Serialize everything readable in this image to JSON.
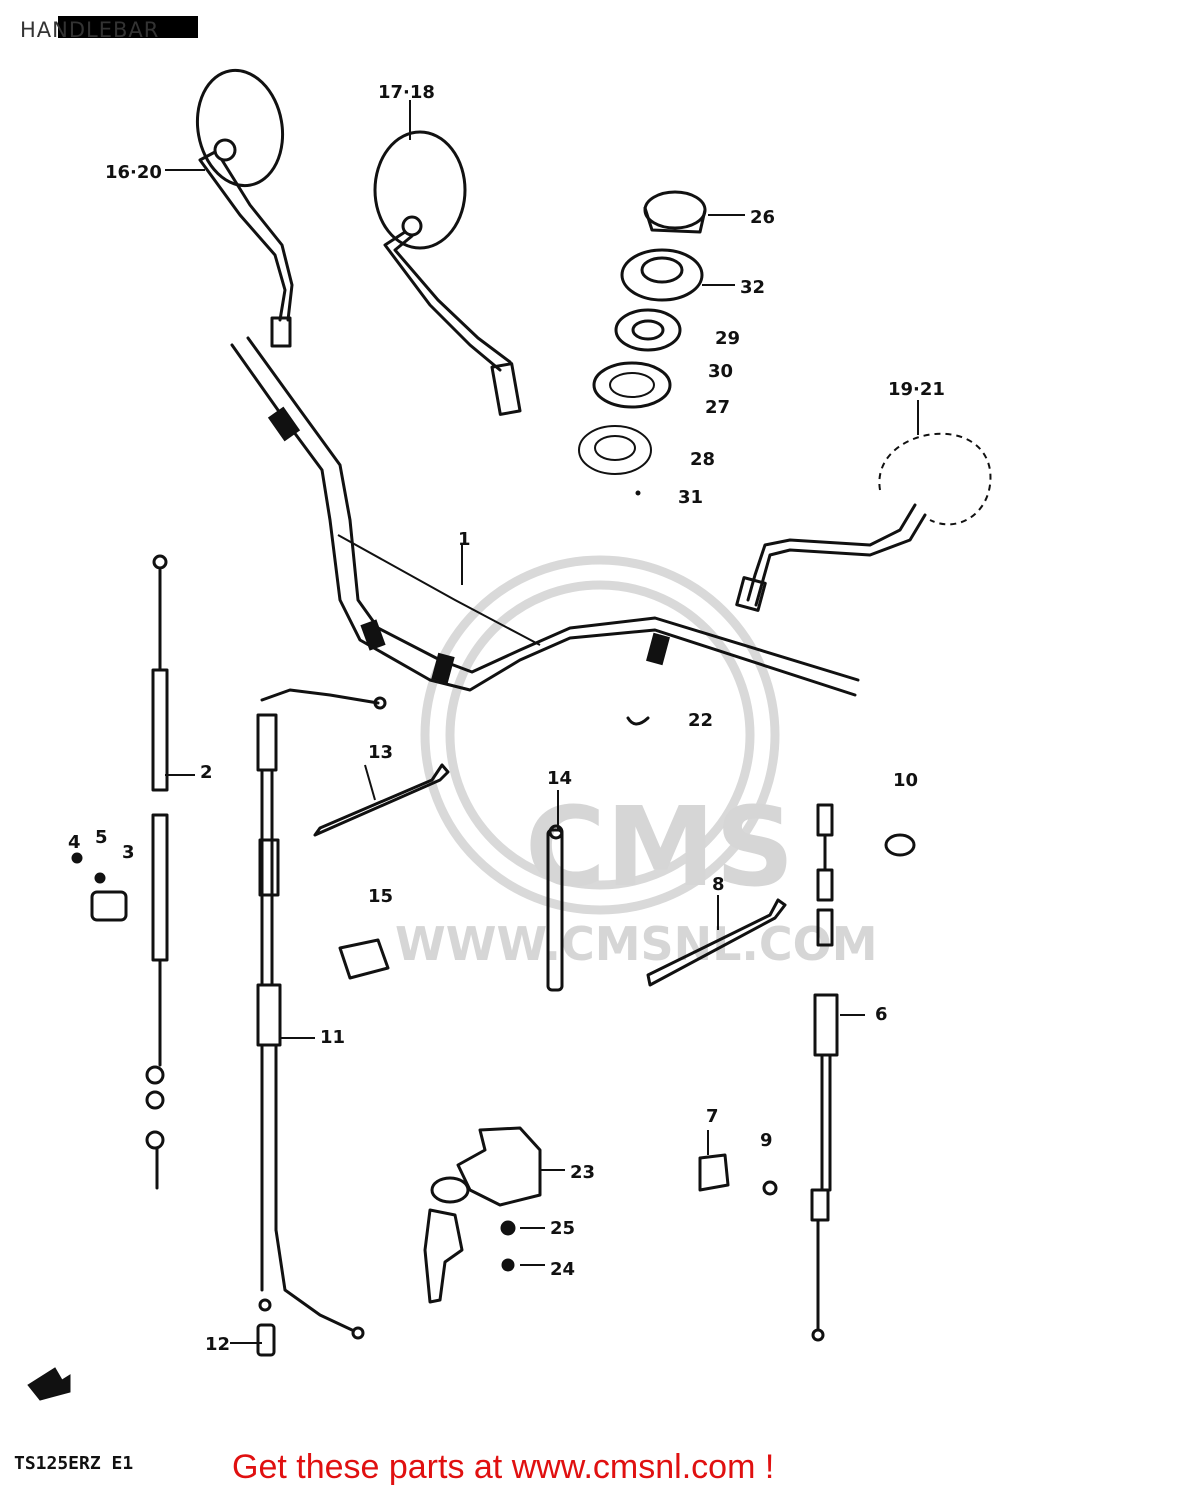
{
  "page": {
    "title": "HANDLEBAR",
    "model_code": "TS125ERZ E1",
    "call_to_action": "Get these parts at www.cmsnl.com !"
  },
  "watermark": {
    "brand": "CMS",
    "url": "WWW.CMSNL.COM"
  },
  "callouts": [
    "16·20",
    "17·18",
    "26",
    "32",
    "29",
    "30",
    "27",
    "28",
    "31",
    "19·21",
    "1",
    "2",
    "22",
    "4",
    "5",
    "3",
    "13",
    "14",
    "10",
    "15",
    "8",
    "6",
    "11",
    "7",
    "9",
    "23",
    "25",
    "24",
    "12"
  ]
}
